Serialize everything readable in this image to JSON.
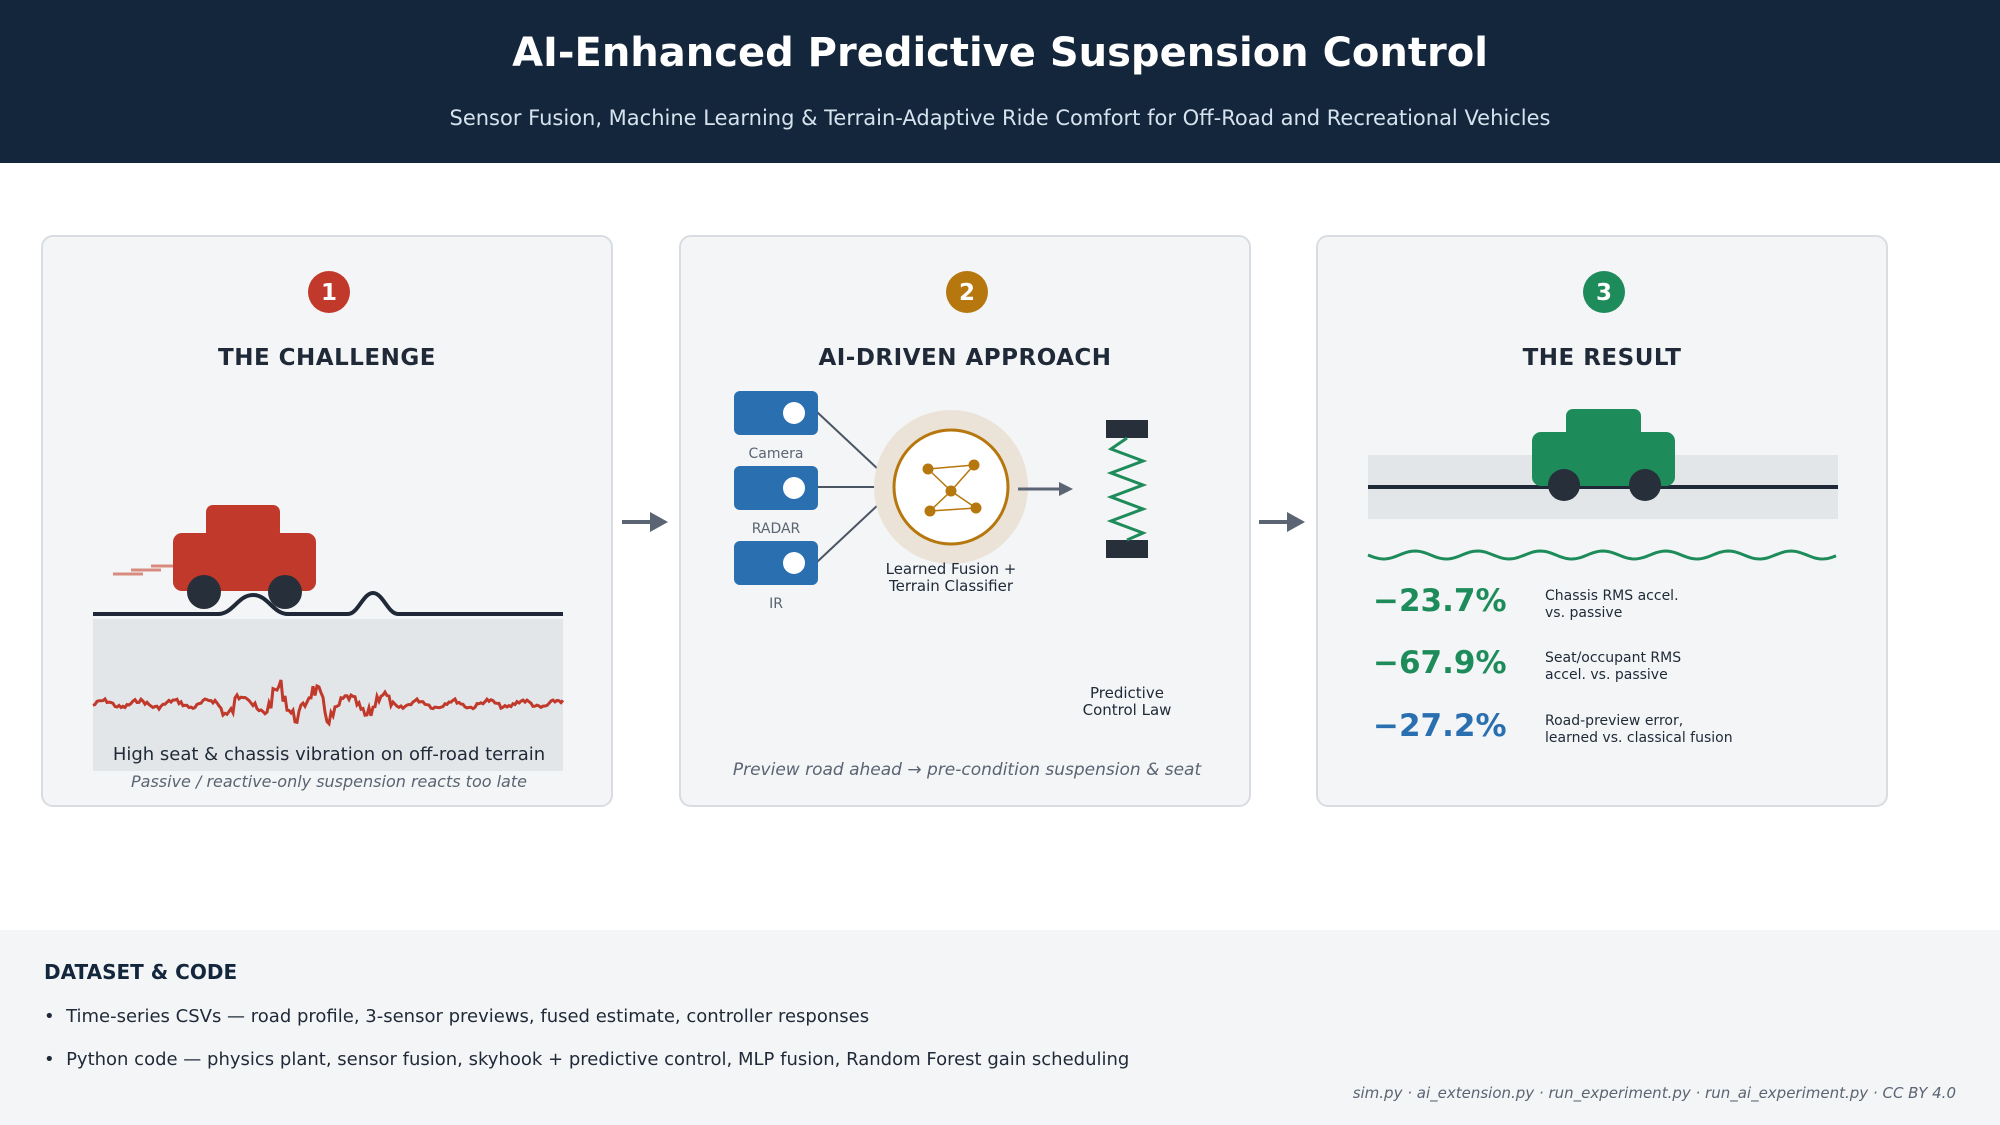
{
  "header": {
    "title": "AI-Enhanced Predictive Suspension Control",
    "subtitle": "Sensor Fusion, Machine Learning & Terrain-Adaptive Ride Comfort for Off-Road and Recreational Vehicles"
  },
  "panels": [
    {
      "number": "1",
      "title": "THE CHALLENGE",
      "color": "#c0392b",
      "caption": "High seat & chassis vibration on off-road terrain",
      "subcaption": "Passive / reactive-only suspension reacts too late"
    },
    {
      "number": "2",
      "title": "AI-DRIVEN APPROACH",
      "color": "#b7770f",
      "sensors": [
        "Camera",
        "RADAR",
        "IR"
      ],
      "fusion_label": "Learned Fusion +",
      "fusion_label_2": "Terrain Classifier",
      "control_label": "Predictive",
      "control_label_2": "Control Law",
      "subcaption": "Preview road ahead → pre-condition suspension & seat"
    },
    {
      "number": "3",
      "title": "THE RESULT",
      "color": "#1e8c5a",
      "metrics": [
        {
          "value": "−23.7%",
          "line1": "Chassis RMS accel.",
          "line2": "vs. passive",
          "color": "#1e8c5a"
        },
        {
          "value": "−67.9%",
          "line1": "Seat/occupant RMS",
          "line2": "accel. vs. passive",
          "color": "#1e8c5a"
        },
        {
          "value": "−27.2%",
          "line1": "Road-preview error,",
          "line2": "learned vs. classical fusion",
          "color": "#2a6fb0"
        }
      ]
    }
  ],
  "footer": {
    "title": "DATASET & CODE",
    "bullets": [
      "Time-series CSVs — road profile, 3-sensor previews, fused estimate, controller responses",
      "Python code — physics plant, sensor fusion, skyhook + predictive control, MLP fusion, Random Forest gain scheduling"
    ],
    "files": "sim.py · ai_extension.py · run_experiment.py · run_ai_experiment.py · CC BY 4.0"
  },
  "icons": [
    "arrow-right-icon",
    "car-icon",
    "sensor-icon",
    "neural-network-icon",
    "spring-icon",
    "wave-icon"
  ]
}
